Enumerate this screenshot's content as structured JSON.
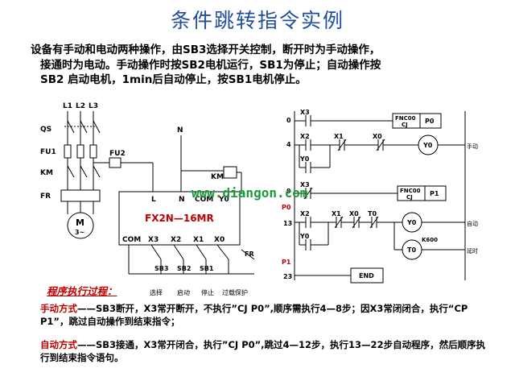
{
  "title": "条件跳转指令实例",
  "intro": {
    "line1": "设备有手动和电动两种操作，由SB3选择开关控制，断开时为手动操作，",
    "line2": "接通时为电动。手动操作时按SB2电机运行，SB1为停止；自动操作按",
    "line3": "SB2 启动电机，1min后自动停止，按SB1电机停止。"
  },
  "watermark": "www.diangon.com",
  "circuit": {
    "phases": [
      "L1",
      "L2",
      "L3"
    ],
    "qs": "QS",
    "fu1": "FU1",
    "km": "KM",
    "fr": "FR",
    "fu2": "FU2",
    "motor": "M",
    "motor_sub": "3~",
    "n_label": "N",
    "km_coil": "KM",
    "plc_model": "FX2N—16MR",
    "plc_top": [
      "L",
      "N",
      "COM",
      "Y0"
    ],
    "plc_bottom": [
      "COM",
      "X3",
      "X2",
      "X1",
      "X0"
    ],
    "buttons": [
      "SB3",
      "SB2",
      "SB1",
      "FR"
    ],
    "button_roles": [
      "选择",
      "启动",
      "停止",
      "过载保护"
    ]
  },
  "ladder": {
    "steps": [
      "0",
      "4",
      "9",
      "13",
      "23"
    ],
    "pointers": [
      "P0",
      "P1"
    ],
    "contacts": [
      "X3",
      "X2",
      "X1",
      "X0",
      "Y0",
      "X3",
      "X2",
      "X1",
      "X0",
      "T0",
      "Y0"
    ],
    "fnc1": "FNC00\nCJ",
    "fnc1_a": "FNC00",
    "fnc1_b": "CJ",
    "fnc1_target": "P0",
    "fnc2_a": "FNC00",
    "fnc2_b": "CJ",
    "fnc2_target": "P1",
    "coils": [
      "Y0",
      "Y0",
      "T0"
    ],
    "k": "K600",
    "end": "END",
    "notes": [
      "手动",
      "自动",
      "延时"
    ]
  },
  "procedure_title": "程序执行过程：",
  "para1": {
    "mode": "手动方式",
    "text": "——SB3断开，X3常开断开，不执行”CJ P0”,顺序需执行4—8步；因X3常闭闭合，执行“CP P1”，跳过自动操作到结束指令；"
  },
  "para2": {
    "mode": "自动方式",
    "text": "——SB3接通，X3常开闭合，执行”CJ P0”,跳过4—12步，执行13—22步自动程序，然后顺序执行到结束指令语句。"
  }
}
